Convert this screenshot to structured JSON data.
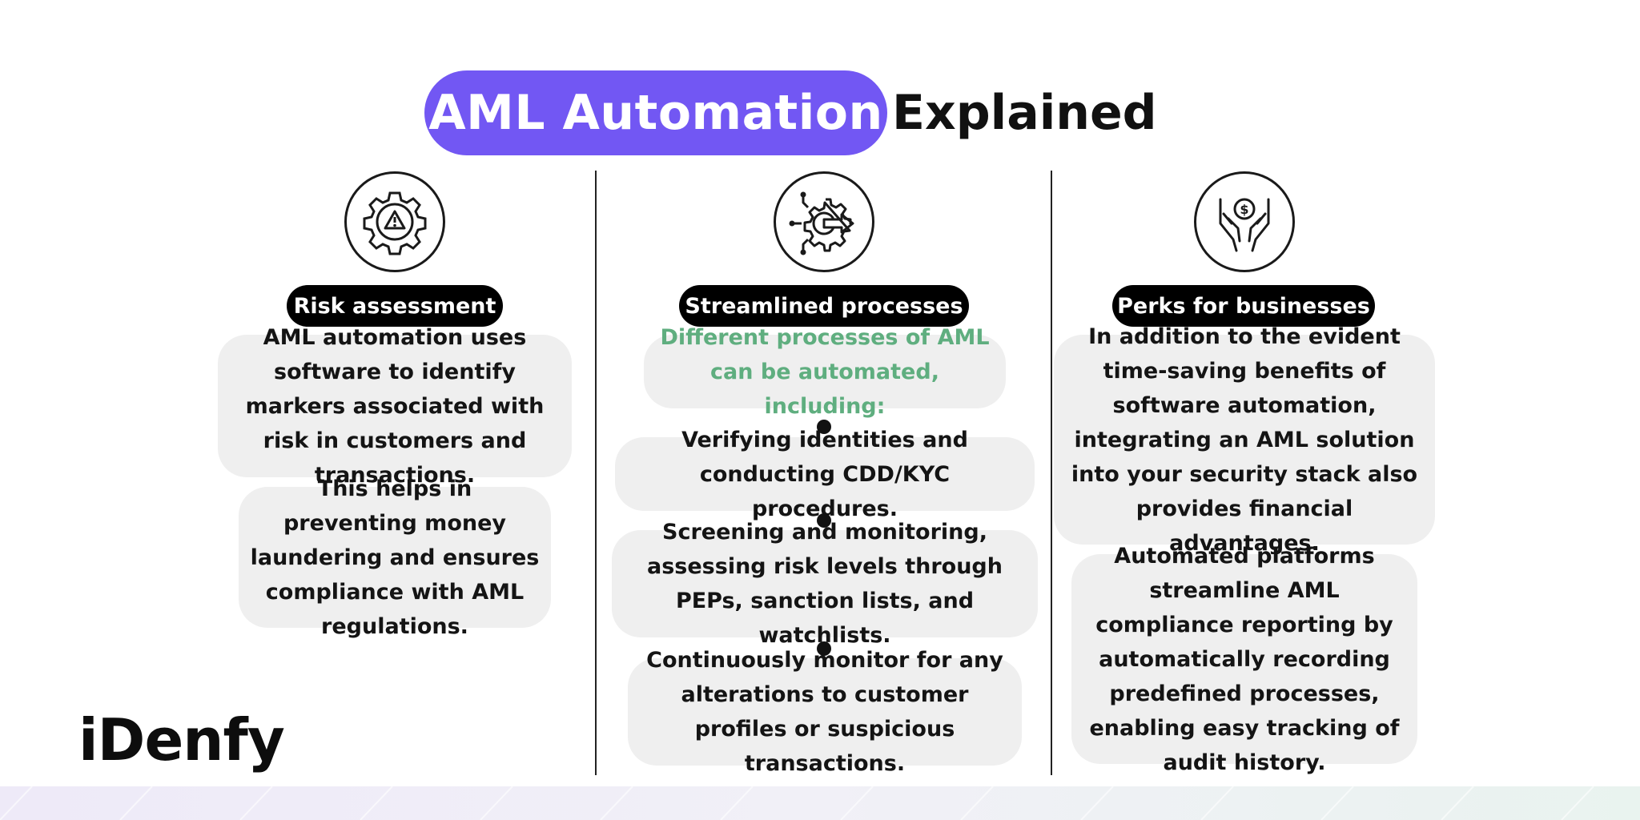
{
  "title": {
    "highlight": "AML Automation",
    "rest": "Explained"
  },
  "columns": [
    {
      "icon": "gear-warning-icon",
      "label": "Risk assessment",
      "blocks": [
        "AML automation uses software to identify markers associated with risk in customers and transactions.",
        "This helps in preventing money laundering and ensures compliance with AML regulations."
      ]
    },
    {
      "icon": "gear-arrow-circuit-icon",
      "label": "Streamlined processes",
      "intro": "Different processes of AML can be automated, including:",
      "bullets": [
        "Verifying identities and conducting CDD/KYC procedures.",
        "Screening and monitoring, assessing risk levels through PEPs, sanction lists, and watchlists.",
        "Continuously monitor for any alterations to customer profiles or suspicious transactions."
      ]
    },
    {
      "icon": "hands-dollar-icon",
      "label": "Perks for businesses",
      "blocks": [
        "In addition to the evident time-saving benefits of software automation, integrating an AML solution into your security stack also provides financial advantages.",
        "Automated platforms streamline AML compliance reporting by automatically recording predefined processes, enabling easy tracking of audit history."
      ]
    }
  ],
  "logo": "iDenfy",
  "colors": {
    "accent": "#7257f3",
    "green_text": "#5fae7f",
    "bubble": "#efefef"
  }
}
